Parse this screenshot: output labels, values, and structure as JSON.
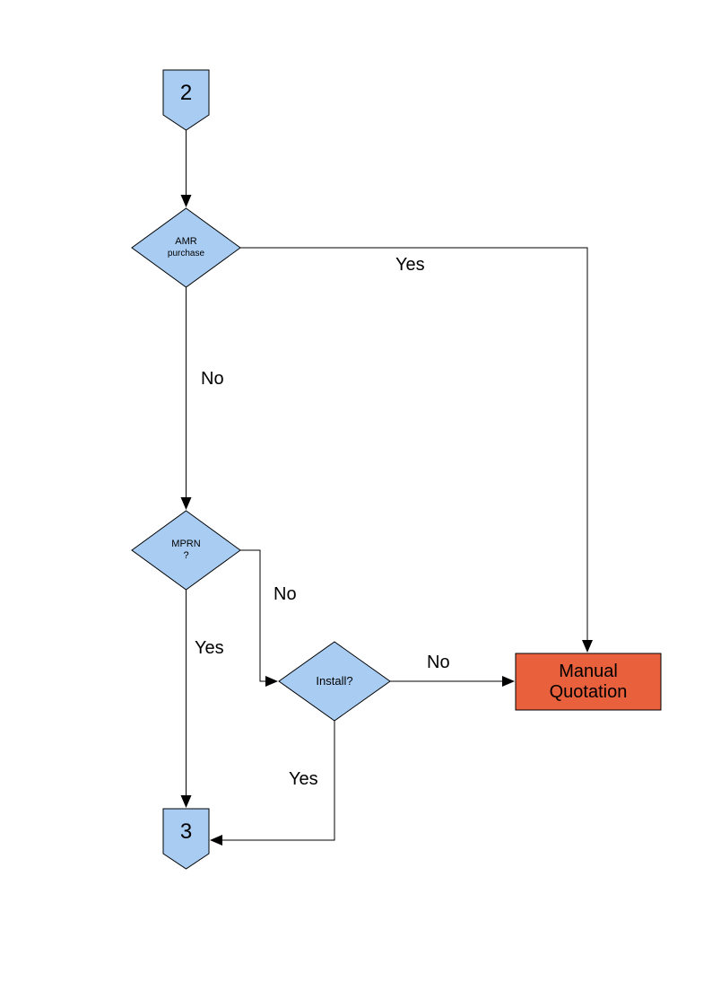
{
  "page": {
    "background": "#FFFFFF"
  },
  "diagram": {
    "colors": {
      "node_fill_blue": "#A9CCF2",
      "node_fill_orange": "#E8603C",
      "line": "#000000",
      "text": "#000000"
    },
    "nodes": {
      "connector_2": {
        "label": "2",
        "type": "off-page-connector"
      },
      "amr_purchase": {
        "label": "AMR",
        "sublabel": "purchase",
        "type": "decision"
      },
      "mprn": {
        "label": "MPRN",
        "sublabel": "?",
        "type": "decision"
      },
      "install": {
        "label": "Install?",
        "type": "decision"
      },
      "manual_quotation": {
        "label": "Manual Quotation",
        "type": "process"
      },
      "connector_3": {
        "label": "3",
        "type": "off-page-connector"
      }
    },
    "edge_labels": {
      "amr_yes": "Yes",
      "amr_no": "No",
      "mprn_no": "No",
      "mprn_yes": "Yes",
      "install_no": "No",
      "install_yes": "Yes"
    }
  }
}
